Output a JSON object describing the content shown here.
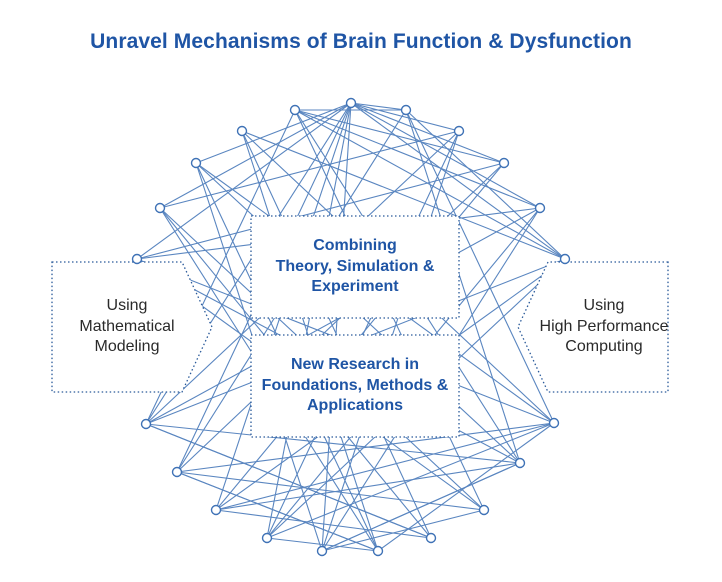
{
  "title": "Unravel Mechanisms of Brain Function & Dysfunction",
  "boxes": {
    "combining": "Combining\nTheory, Simulation &\nExperiment",
    "research": "New Research in\nFoundations, Methods &\nApplications",
    "math": "Using\nMathematical\nModeling",
    "hpc": "Using\nHigh Performance\nComputing"
  },
  "colors": {
    "title": "#1f55a5",
    "edge": "#5a86c0",
    "node_stroke": "#3f72b6",
    "box_border": "#2a5a9a",
    "box_text_emphasis": "#1f55a5",
    "box_text_plain": "#2a2a2a"
  }
}
